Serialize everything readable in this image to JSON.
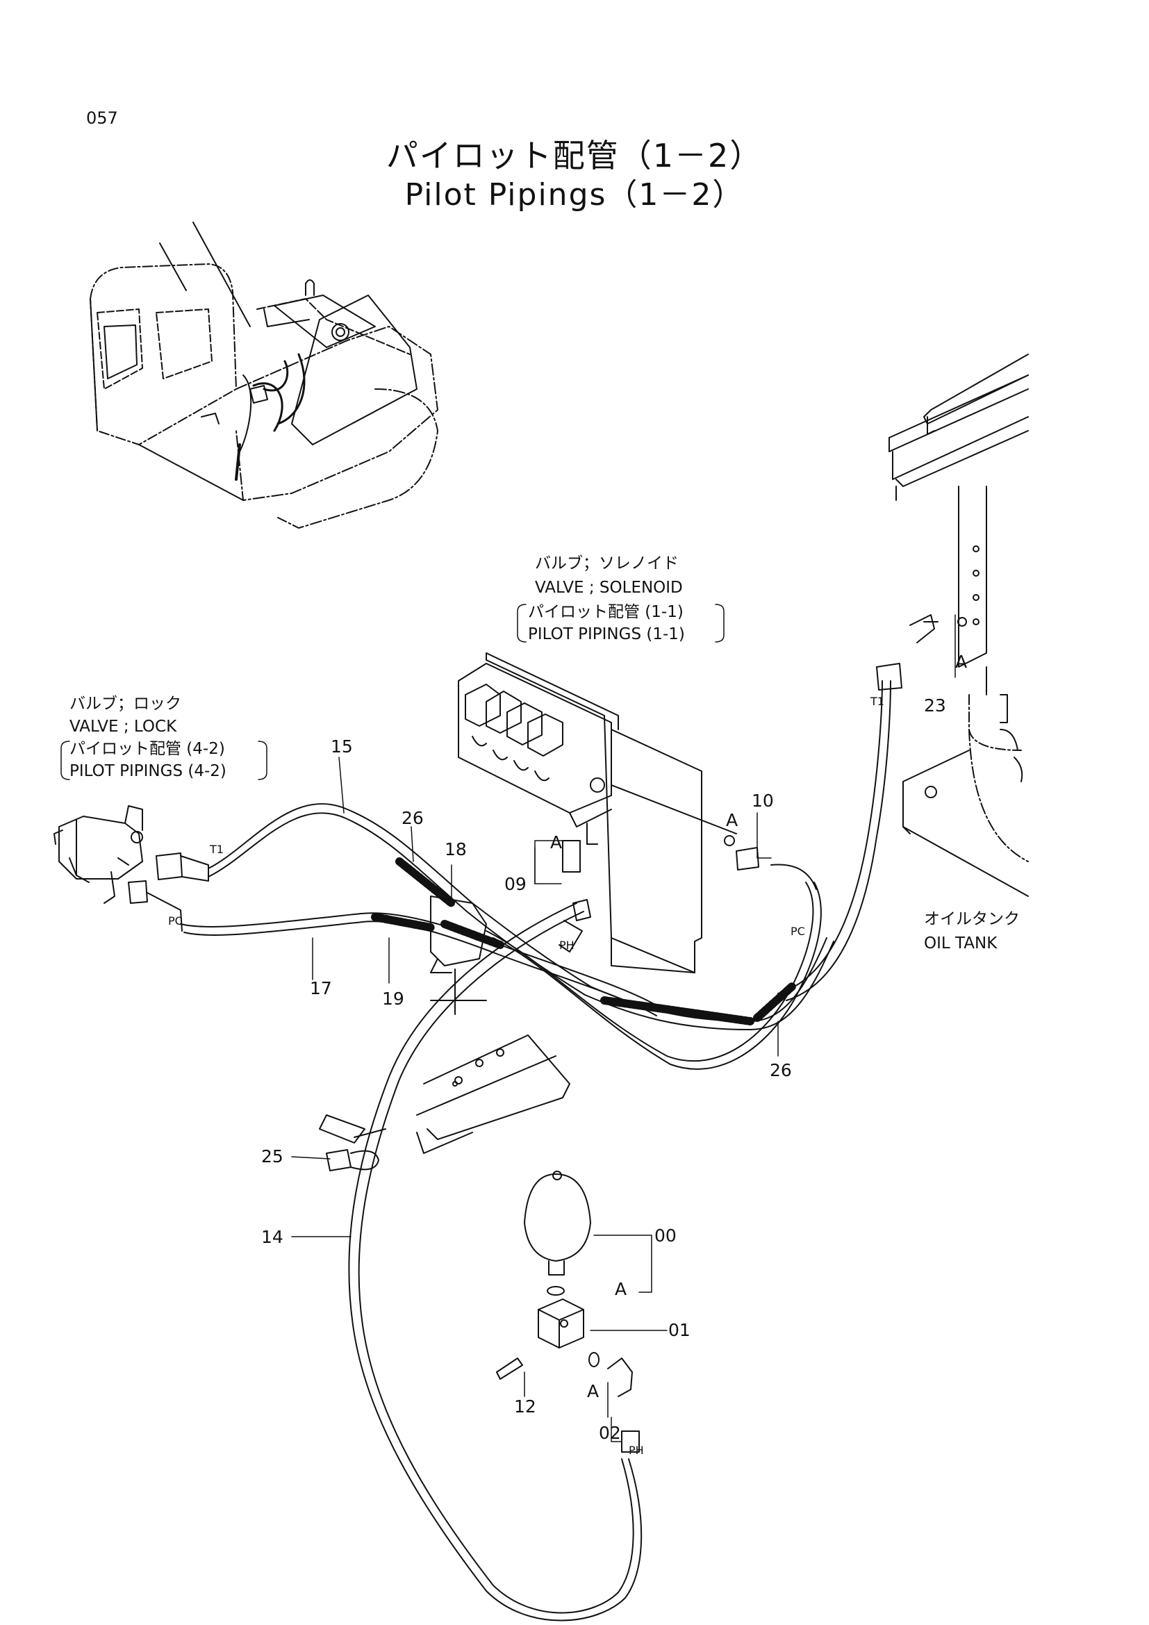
{
  "page_number": "057",
  "title_jp": "パイロット配管（1－2）",
  "title_en": "Pilot Pipings（1－2）",
  "notes": {
    "solenoid_jp": "バルブ；ソレノイド",
    "solenoid_en": "VALVE ; SOLENOID",
    "solenoid_ref_jp": "パイロット配管 (1-1)",
    "solenoid_ref_en": "PILOT  PIPINGS (1-1)",
    "lock_jp": "バルブ；ロック",
    "lock_en": "VALVE ; LOCK",
    "lock_ref_jp": "パイロット配管 (4-2)",
    "lock_ref_en": "PILOT  PIPINGS (4-2)",
    "oil_tank_jp": "オイルタンク",
    "oil_tank_en": "OIL  TANK"
  },
  "callouts": {
    "p15": "15",
    "p26a": "26",
    "p18": "18",
    "p09": "09",
    "p10": "10",
    "p23": "23",
    "p17": "17",
    "p19": "19",
    "p26b": "26",
    "p25": "25",
    "p14": "14",
    "p00": "00",
    "p01": "01",
    "p12": "12",
    "p02": "02"
  },
  "port_tags": {
    "t1_left": "T1",
    "pc_left": "PC",
    "ph_mid": "PH",
    "pc_right": "PC",
    "t1_right": "T1",
    "ph_bottom": "PH"
  },
  "letter_marks": {
    "a_09": "A",
    "a_10": "A",
    "a_23": "A",
    "a_00": "A",
    "a_02": "A"
  }
}
